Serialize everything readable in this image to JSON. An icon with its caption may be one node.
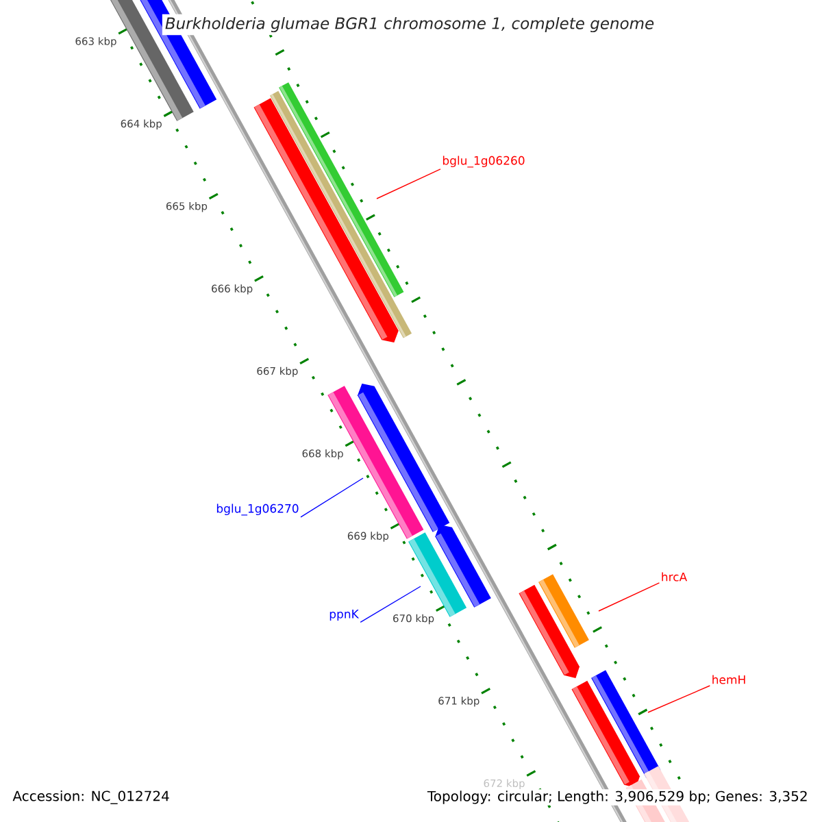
{
  "diagram": {
    "title": "Burkholderia glumae BGR1 chromosome 1, complete genome",
    "nodes": [
      {
        "text": [
          "bglu_1g06260"
        ]
      },
      {
        "text": [
          "bglu_1g06270"
        ]
      },
      {
        "text": [
          "ppnK"
        ]
      },
      {
        "text": [
          "hrcA"
        ]
      },
      {
        "text": [
          "hemH"
        ]
      }
    ],
    "edges": [
      {
        "from": 0,
        "to": null,
        "arrow": "none"
      },
      {
        "from": 1,
        "to": null,
        "arrow": "none",
        "color": "#0000ff"
      },
      {
        "from": 2,
        "to": null,
        "arrow": "none",
        "color": "#0000ff"
      },
      {
        "from": 3,
        "to": null,
        "arrow": "none"
      },
      {
        "from": 4,
        "to": null,
        "arrow": "none"
      }
    ],
    "labels": [
      "663 kbp",
      "664 kbp",
      "665 kbp",
      "666 kbp",
      "667 kbp",
      "668 kbp",
      "669 kbp",
      "670 kbp",
      "671 kbp",
      "672 kbp",
      "Accession: NC_012724",
      "Topology: circular; Length: 3,906,529 bp; Genes: 3,352"
    ]
  }
}
